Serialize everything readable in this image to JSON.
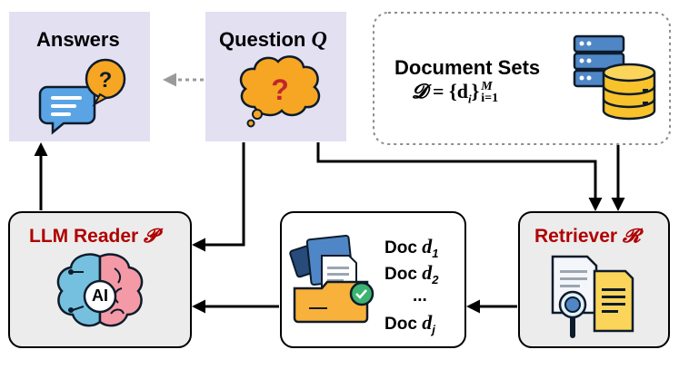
{
  "answers": {
    "title": "Answers",
    "icon": "chat-question-icon"
  },
  "question": {
    "title": "Question",
    "symbol": "Q",
    "icon": "thought-bubble-question-icon"
  },
  "document_sets": {
    "title": "Document Sets",
    "formula_lhs": "𝓓",
    "formula_mid": "= {d",
    "formula_sub": "i",
    "formula_close": "}",
    "formula_sup": "M",
    "formula_range": "i=1",
    "icon": "server-database-icon"
  },
  "llm_reader": {
    "title": "LLM Reader",
    "symbol": "𝓟",
    "glyph": "AI",
    "icon": "ai-brain-icon"
  },
  "retriever": {
    "title": "Retriever",
    "symbol": "𝓡",
    "icon": "document-search-icon"
  },
  "docs": {
    "icon": "document-folder-icon",
    "items": [
      {
        "prefix": "Doc",
        "var": "d",
        "sub": "1"
      },
      {
        "prefix": "Doc",
        "var": "d",
        "sub": "2"
      },
      {
        "prefix": "",
        "var": "",
        "sub": ""
      },
      {
        "prefix": "Doc",
        "var": "d",
        "sub": "j"
      }
    ],
    "ellipsis": "..."
  },
  "colors": {
    "lavender": "#e3e0f2",
    "panel_gray": "#ececec",
    "accent_red": "#b00000",
    "arrow": "#000000",
    "dotted": "#9a9a9a"
  }
}
